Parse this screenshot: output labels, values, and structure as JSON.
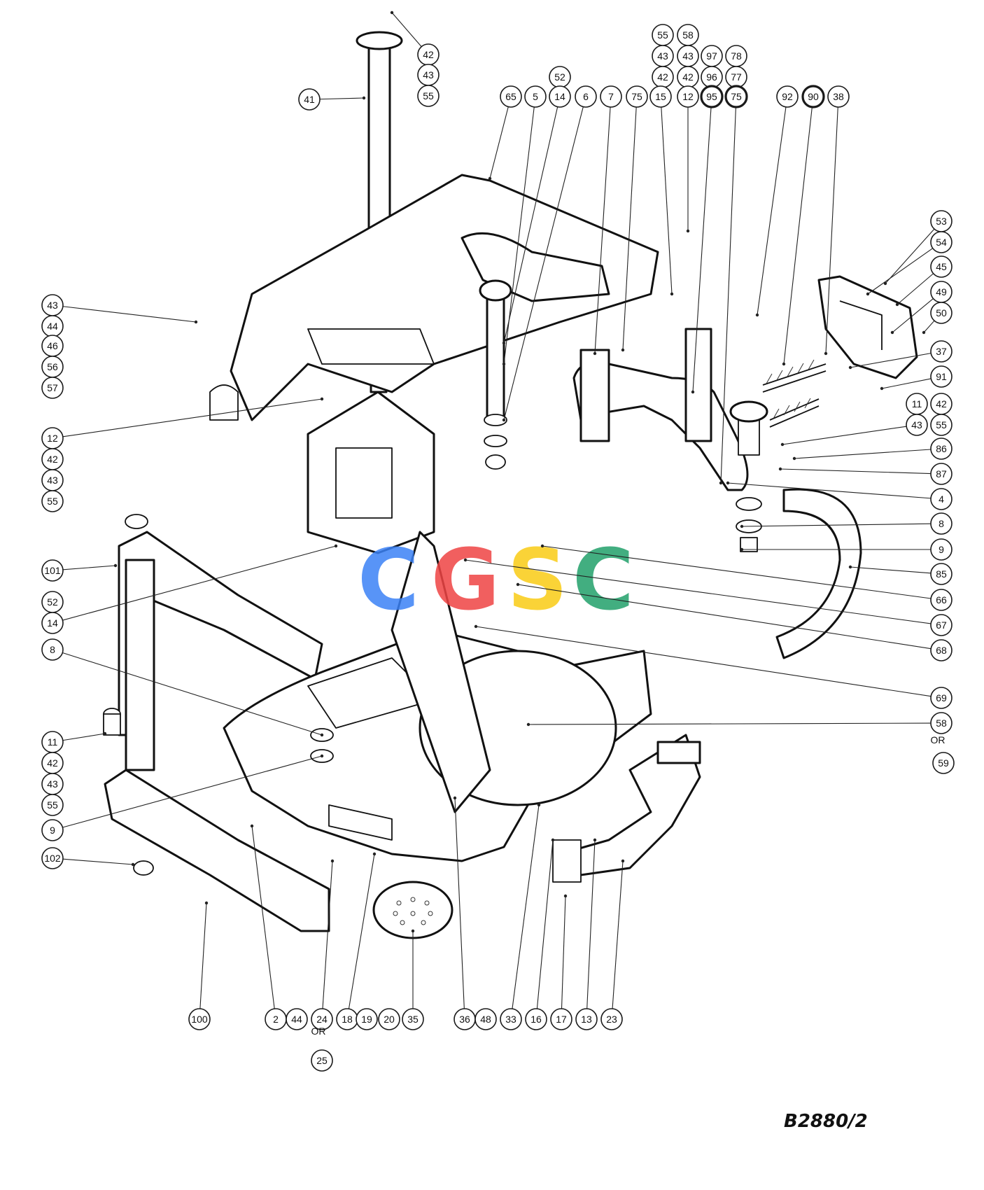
{
  "drawing_number": "B2880/2",
  "watermark": {
    "letters": [
      "C",
      "G",
      "S",
      "C"
    ],
    "colors": [
      "#3b82f6",
      "#ef4444",
      "#facc15",
      "#22a06b"
    ]
  },
  "or_label": "OR",
  "callouts": [
    {
      "label": "42"
    },
    {
      "label": "43"
    },
    {
      "label": "55"
    },
    {
      "label": "41"
    },
    {
      "label": "55"
    },
    {
      "label": "58"
    },
    {
      "label": "43"
    },
    {
      "label": "43"
    },
    {
      "label": "97"
    },
    {
      "label": "78"
    },
    {
      "label": "42"
    },
    {
      "label": "42"
    },
    {
      "label": "96"
    },
    {
      "label": "77"
    },
    {
      "label": "52"
    },
    {
      "label": "65"
    },
    {
      "label": "5"
    },
    {
      "label": "14"
    },
    {
      "label": "6"
    },
    {
      "label": "7"
    },
    {
      "label": "75"
    },
    {
      "label": "15"
    },
    {
      "label": "12"
    },
    {
      "label": "95",
      "bold": true
    },
    {
      "label": "75",
      "bold": true
    },
    {
      "label": "92"
    },
    {
      "label": "90",
      "bold": true
    },
    {
      "label": "38"
    },
    {
      "label": "53"
    },
    {
      "label": "54"
    },
    {
      "label": "45"
    },
    {
      "label": "49"
    },
    {
      "label": "50"
    },
    {
      "label": "37"
    },
    {
      "label": "91"
    },
    {
      "label": "11"
    },
    {
      "label": "42"
    },
    {
      "label": "43"
    },
    {
      "label": "55"
    },
    {
      "label": "86"
    },
    {
      "label": "87"
    },
    {
      "label": "4"
    },
    {
      "label": "8"
    },
    {
      "label": "9"
    },
    {
      "label": "85"
    },
    {
      "label": "66"
    },
    {
      "label": "67"
    },
    {
      "label": "68"
    },
    {
      "label": "69"
    },
    {
      "label": "58"
    },
    {
      "label": "59"
    },
    {
      "label": "43"
    },
    {
      "label": "44"
    },
    {
      "label": "46"
    },
    {
      "label": "56"
    },
    {
      "label": "57"
    },
    {
      "label": "12"
    },
    {
      "label": "42"
    },
    {
      "label": "43"
    },
    {
      "label": "55"
    },
    {
      "label": "101"
    },
    {
      "label": "52"
    },
    {
      "label": "14"
    },
    {
      "label": "8"
    },
    {
      "label": "11"
    },
    {
      "label": "42"
    },
    {
      "label": "43"
    },
    {
      "label": "55"
    },
    {
      "label": "9"
    },
    {
      "label": "102"
    },
    {
      "label": "100"
    },
    {
      "label": "2"
    },
    {
      "label": "44"
    },
    {
      "label": "24"
    },
    {
      "label": "25"
    },
    {
      "label": "18"
    },
    {
      "label": "19"
    },
    {
      "label": "20"
    },
    {
      "label": "35"
    },
    {
      "label": "36"
    },
    {
      "label": "48"
    },
    {
      "label": "33"
    },
    {
      "label": "16"
    },
    {
      "label": "17"
    },
    {
      "label": "13"
    },
    {
      "label": "23"
    }
  ]
}
